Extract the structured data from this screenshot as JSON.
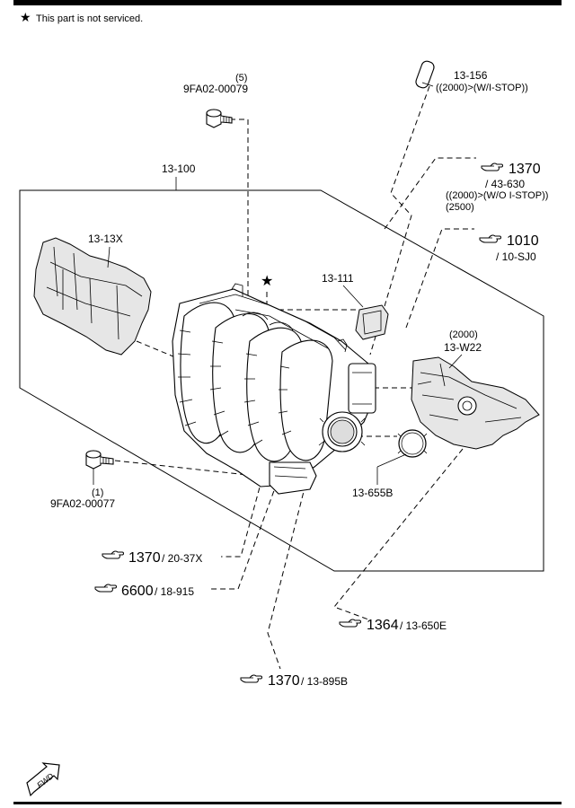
{
  "header": {
    "note": "This part is not serviced."
  },
  "parts": {
    "p9fa02_00079": {
      "qty": "(5)",
      "code": "9FA02-00079"
    },
    "p13_156": {
      "code": "13-156",
      "note": "((2000)>(W/I-STOP))"
    },
    "p13_100": {
      "code": "13-100"
    },
    "p13_13x": {
      "code": "13-13X"
    },
    "p13_111": {
      "code": "13-111"
    },
    "p13_w22": {
      "qty": "(2000)",
      "code": "13-W22"
    },
    "p13_655b": {
      "code": "13-655B"
    },
    "p9fa02_00077": {
      "qty": "(1)",
      "code": "9FA02-00077"
    }
  },
  "refs": {
    "r1370_43630": {
      "group": "1370",
      "code": "/ 43-630",
      "note1": "((2000)>(W/O I-STOP))",
      "note2": "(2500)"
    },
    "r1010": {
      "group": "1010",
      "code": "/ 10-SJ0"
    },
    "r1370_2037x": {
      "group": "1370",
      "code": "/ 20-37X"
    },
    "r6600": {
      "group": "6600",
      "code": "/ 18-915"
    },
    "r1364": {
      "group": "1364",
      "code": "/ 13-650E"
    },
    "r1370_13895b": {
      "group": "1370",
      "code": "/ 13-895B"
    }
  },
  "footer": {
    "fwd": "FWD"
  }
}
